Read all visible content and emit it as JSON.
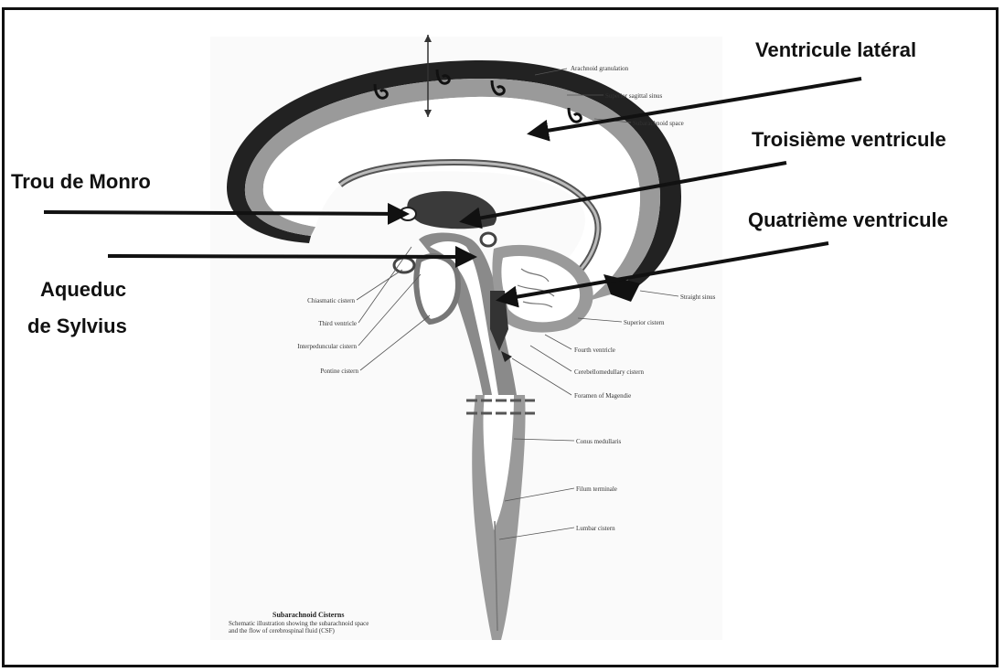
{
  "labels": {
    "lateral": "Ventricule latéral",
    "third": "Troisième ventricule",
    "monro": "Trou de Monro",
    "fourth": "Quatrième ventricule",
    "aqueduct_line1": "Aqueduc",
    "aqueduct_line2": "de Sylvius"
  },
  "small_labels": {
    "arachnoid_granulation": "Arachnoid granulation",
    "superior_sagittal_sinus": "Superior sagittal sinus",
    "subarachnoid_space": "Subarachnoid space",
    "straight_sinus": "Straight sinus",
    "superior_cistern": "Superior cistern",
    "fourth_ventricle": "Fourth ventricle",
    "cerebellomedullary_cistern": "Cerebellomedullary cistern",
    "foramen_magendie": "Foramen of Magendie",
    "chiasmatic_cistern": "Chiasmatic cistern",
    "third_ventricle": "Third ventricle",
    "interpeduncular_cistern": "Interpeduncular cistern",
    "pontine_cistern": "Pontine cistern",
    "conus_medullaris": "Conus medullaris",
    "filum_terminale": "Filum terminale",
    "lumbar_cistern": "Lumbar cistern"
  },
  "caption": {
    "title": "Subarachnoid Cisterns",
    "line1": "Schematic illustration showing the subarachnoid space",
    "line2": "and the flow of cerebrospinal fluid (CSF)"
  },
  "colors": {
    "ink": "#111111",
    "csf_gray": "#8a8a8a",
    "dark_sinus": "#1a1a1a",
    "tissue": "#ffffff"
  }
}
